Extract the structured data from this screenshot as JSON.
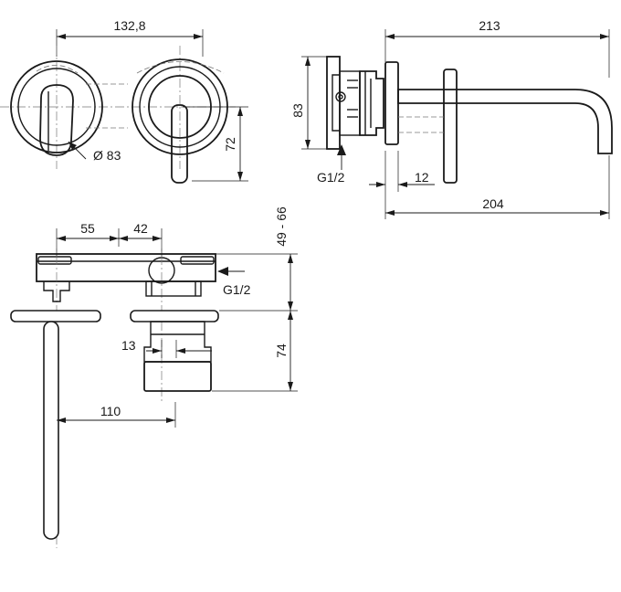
{
  "drawing": {
    "front_view": {
      "width_label": "132,8",
      "diameter_label": "Ø 83",
      "height_label": "72"
    },
    "side_view": {
      "total_depth_label": "213",
      "plate_height_label": "83",
      "inlet_label": "G1/2",
      "offset_label": "12",
      "spout_reach_label": "204"
    },
    "top_view": {
      "dim_a_label": "55",
      "dim_b_label": "42",
      "depth_range_label": "49 - 66",
      "inlet_label": "G1/2",
      "body_depth_label": "74",
      "gap_label": "13",
      "spout_label": "110"
    }
  }
}
